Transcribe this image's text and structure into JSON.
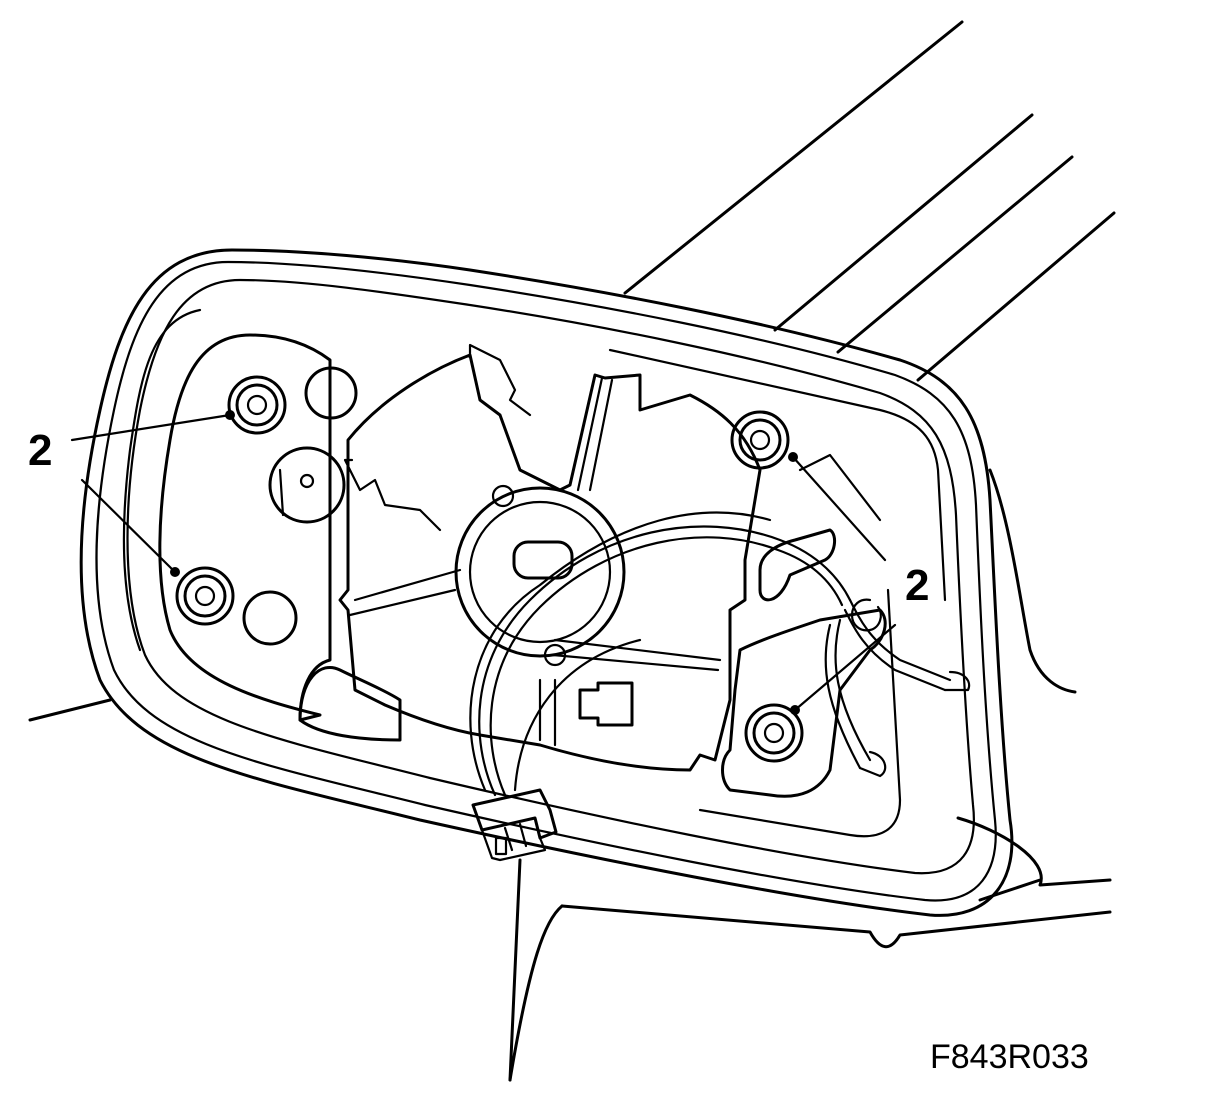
{
  "callouts": [
    {
      "id": "callout-left",
      "label": "2"
    },
    {
      "id": "callout-right",
      "label": "2"
    }
  ],
  "figure_code": "F843R033",
  "parts": {
    "mirror_housing": "mirror-housing",
    "mirror_motor_plate": "mirror-motor-plate",
    "mounting_screws": 4,
    "electrical_connector": "wiring-connector",
    "wiring_harness": "wiring-harness"
  }
}
